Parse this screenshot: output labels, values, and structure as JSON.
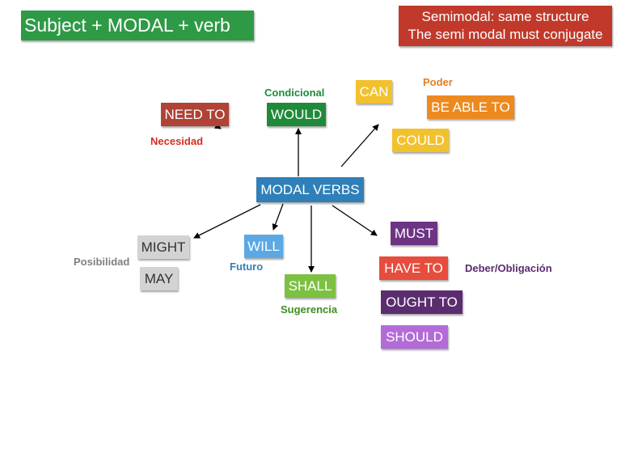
{
  "title": "Subject + MODAL + verb",
  "note": {
    "line1": "Semimodal: same structure",
    "line2": "The semi modal must conjugate"
  },
  "center": "MODAL VERBS",
  "nodes": {
    "need_to": "NEED TO",
    "would": "WOULD",
    "can": "CAN",
    "be_able_to": "BE ABLE TO",
    "could": "COULD",
    "might": "MIGHT",
    "may": "MAY",
    "will": "WILL",
    "shall": "SHALL",
    "must": "MUST",
    "have_to": "HAVE TO",
    "ought_to": "OUGHT TO",
    "should": "SHOULD"
  },
  "labels": {
    "condicional": "Condicional",
    "poder": "Poder",
    "necesidad": "Necesidad",
    "posibilidad": "Posibilidad",
    "futuro": "Futuro",
    "sugerencia": "Sugerencia",
    "deber": "Deber/Obligación"
  },
  "colors": {
    "title_bg": "#2e9a46",
    "note_bg": "#c0392b",
    "center_bg": "#2f80b8",
    "need_to": "#b04236",
    "would": "#1f8a3a",
    "can": "#f2c12e",
    "be_able_to": "#ec8a1f",
    "could": "#f2c12e",
    "might": "#d3d3d3",
    "will": "#5aa9e6",
    "shall": "#7cc142",
    "must": "#6c3483",
    "have_to": "#e74c3c",
    "ought_to": "#5b2c6f",
    "should": "#b36bd8",
    "condicional_text": "#1f8a3a",
    "poder_text": "#e67e22",
    "necesidad_text": "#d62e1f",
    "posibilidad_text": "#808080",
    "futuro_text": "#2f80b8",
    "sugerencia_text": "#3e8e1e",
    "deber_text": "#5b2c6f"
  }
}
